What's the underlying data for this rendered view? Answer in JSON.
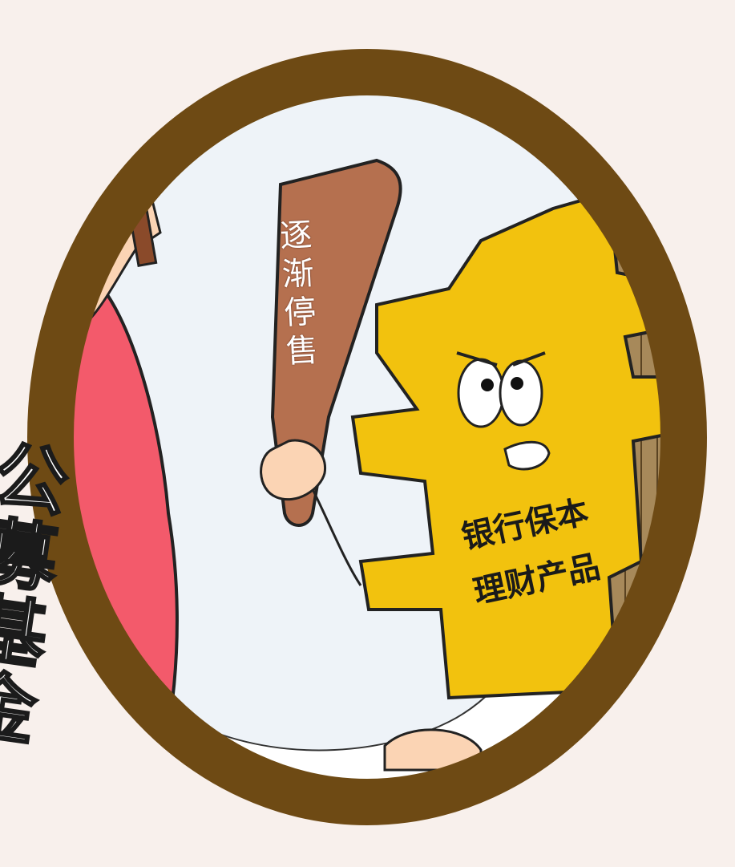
{
  "image": {
    "background_color": "#f8f0ec",
    "ring_color": "#6e4a14",
    "sky_color": "#cfe0f3",
    "fund_color": "#f35a6b",
    "flag_color": "#e11b1b",
    "sign_color": "#b5704f",
    "yen_color": "#f2c20e",
    "wood_color": "#a7895a"
  },
  "labels": {
    "sign_text": [
      "逐",
      "渐",
      "停",
      "售"
    ],
    "fund_text": [
      "公",
      "募",
      "基",
      "金"
    ],
    "bank_line1": "银行保本",
    "bank_line2": "理财产品"
  }
}
